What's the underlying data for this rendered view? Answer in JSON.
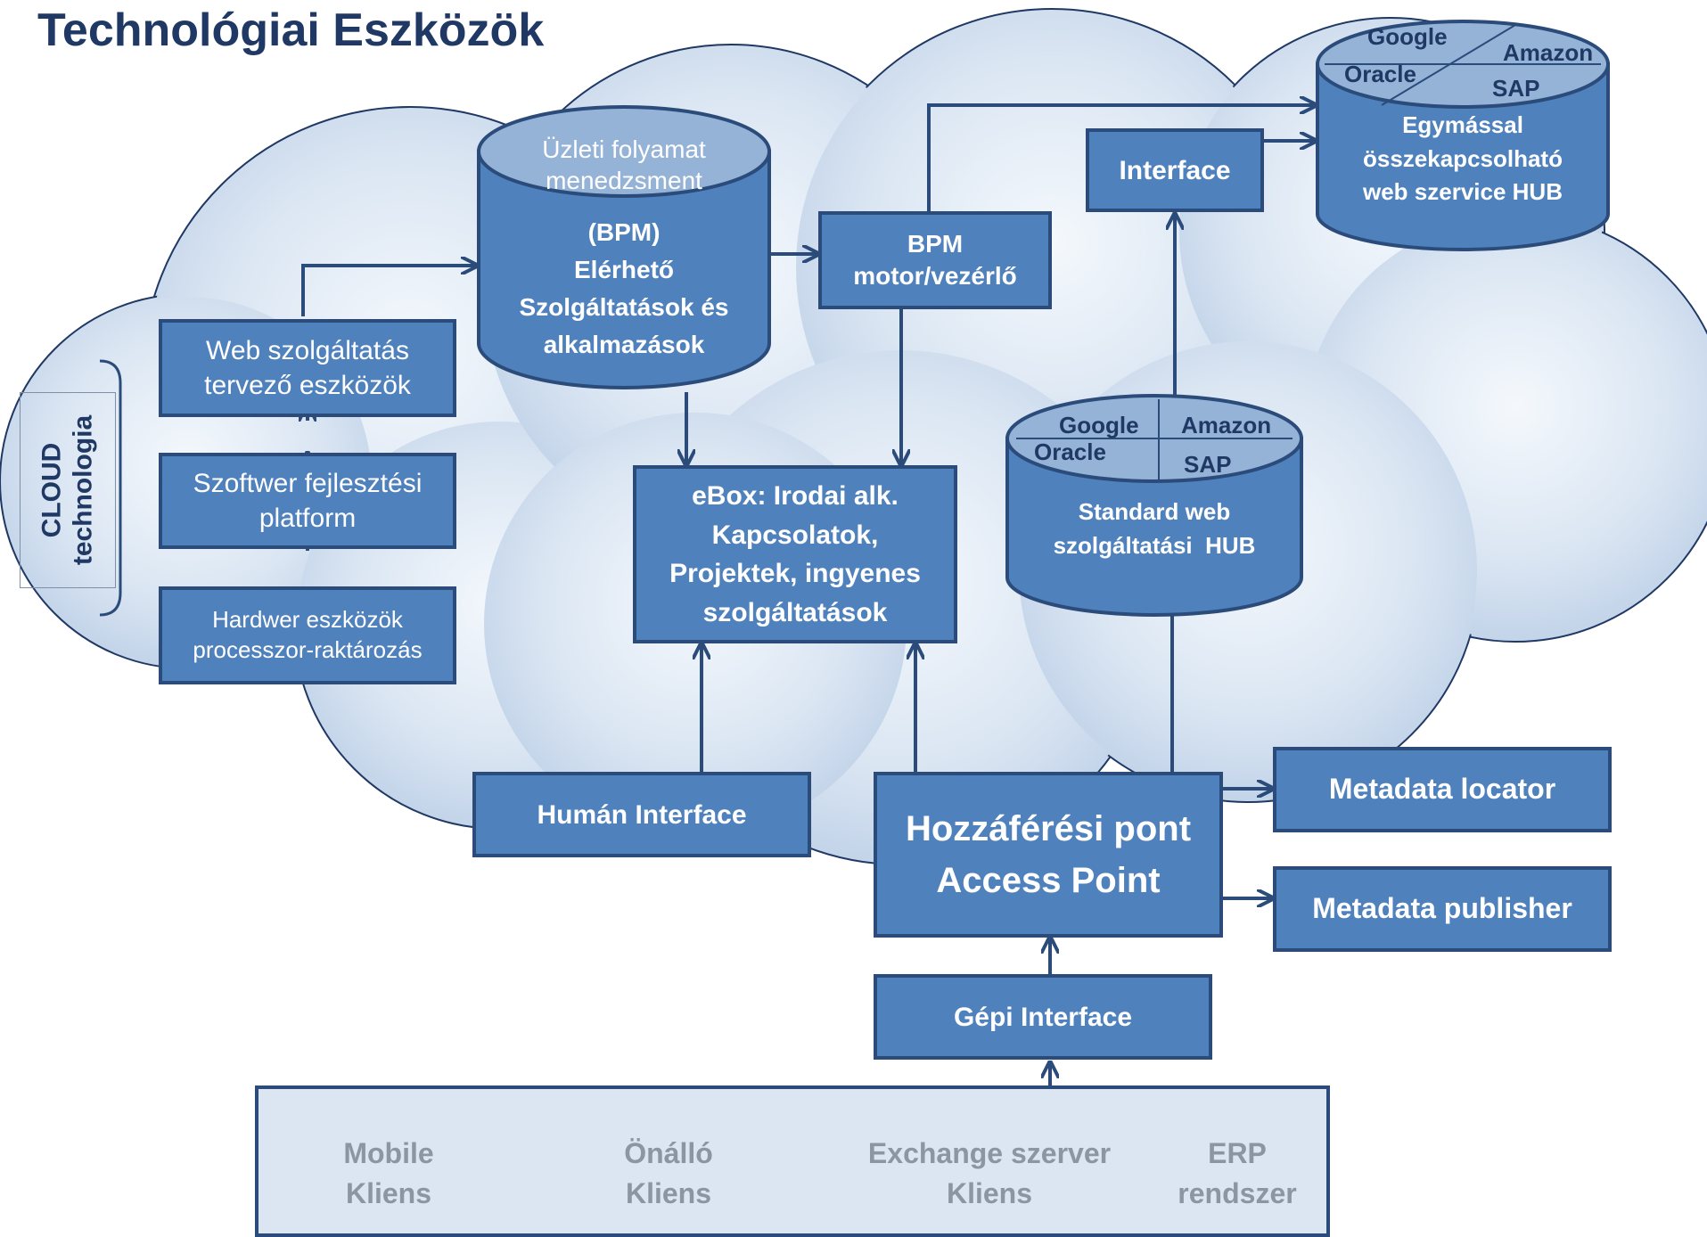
{
  "title": "Technológiai Eszközök",
  "cloud_label": {
    "line1": "CLOUD",
    "line2": "technologia"
  },
  "boxes": {
    "web_design": {
      "line1": "Web szolgáltatás",
      "line2": "tervező eszközök"
    },
    "software_platform": {
      "line1": "Szoftwer fejlesztési",
      "line2": "platform"
    },
    "hardware": {
      "line1": "Hardwer eszközök",
      "line2": "processzor-raktározás"
    },
    "bpm_engine": {
      "line1": "BPM",
      "line2": "motor/vezérlő"
    },
    "interface": {
      "label": "Interface"
    },
    "ebox": {
      "line1": "eBox: Irodai alk.",
      "line2": "Kapcsolatok,",
      "line3": "Projektek, ingyenes",
      "line4": "szolgáltatások"
    },
    "human_interface": {
      "label": "Humán Interface"
    },
    "access_point": {
      "line1": "Hozzáférési pont",
      "line2": "Access Point"
    },
    "metadata_locator": {
      "label": "Metadata locator"
    },
    "metadata_publisher": {
      "label": "Metadata publisher"
    },
    "machine_interface": {
      "label": "Gépi Interface"
    }
  },
  "cylinders": {
    "bpm": {
      "top_line1": "Üzleti folyamat",
      "top_line2": "menedzsment",
      "line1": "(BPM)",
      "line2": "Elérhető",
      "line3": "Szolgáltatások és",
      "line4": "alkalmazások"
    },
    "hub_top": {
      "google": "Google",
      "amazon": "Amazon",
      "oracle": "Oracle",
      "sap": "SAP",
      "line1": "Egymással",
      "line2": "összekapcsolható",
      "line3": "web szervice HUB"
    },
    "hub_standard": {
      "google": "Google",
      "amazon": "Amazon",
      "oracle": "Oracle",
      "sap": "SAP",
      "line1": "Standard web",
      "line2": "szolgáltatási  HUB"
    }
  },
  "clients": [
    {
      "line1": "Mobile",
      "line2": "Kliens"
    },
    {
      "line1": "Önálló",
      "line2": "Kliens"
    },
    {
      "line1": "Exchange szerver",
      "line2": "Kliens"
    },
    {
      "line1": "ERP",
      "line2": "rendszer"
    }
  ],
  "colors": {
    "box_fill": "#4f81bd",
    "box_border": "#2b4b7a",
    "title": "#1f3864",
    "cloud": "#c6d7ec",
    "client_text": "#8c96a3"
  }
}
